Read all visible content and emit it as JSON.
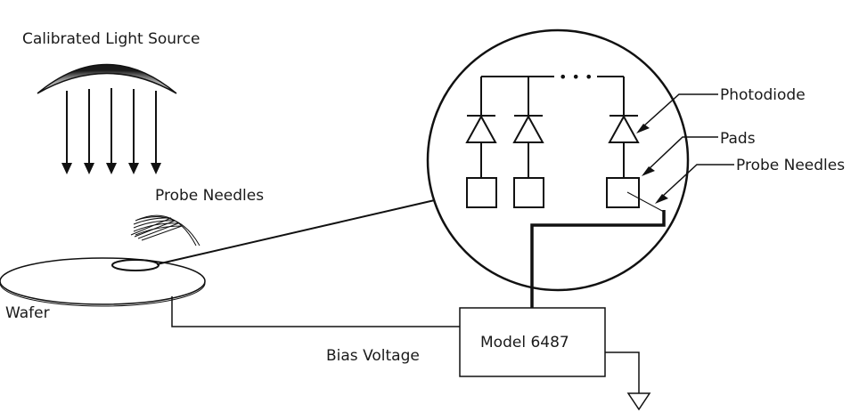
{
  "labels": {
    "light_source": "Calibrated Light Source",
    "probe_needles_left": "Probe Needles",
    "wafer": "Wafer",
    "bias_voltage": "Bias Voltage",
    "instrument": "Model 6487",
    "photodiode": "Photodiode",
    "pads": "Pads",
    "probe_needles_right": "Probe Needles",
    "ellipsis": "• • •"
  },
  "icons": {
    "ground": "ground-symbol-icon",
    "diode": "diode-symbol-icon",
    "arrow": "down-arrow-icon"
  },
  "colors": {
    "stroke": "#111111",
    "background": "#ffffff"
  }
}
